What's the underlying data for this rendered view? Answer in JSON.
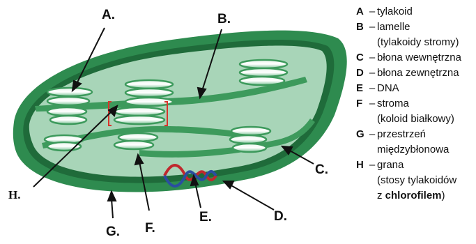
{
  "diagram": {
    "callouts": {
      "A": "A.",
      "B": "B.",
      "C": "C.",
      "D": "D.",
      "E": "E.",
      "F": "F.",
      "G": "G.",
      "H": "H."
    },
    "colors": {
      "outer_membrane": "#2e8b4f",
      "inner_membrane": "#1f6b3a",
      "stroma": "#a8d5b8",
      "thylakoid": "#3d9a5c",
      "thylakoid_highlight": "#ffffff",
      "granum_bracket": "#d9342b",
      "dna_red": "#c0282d",
      "dna_blue": "#2a4ea0"
    }
  },
  "legend": [
    {
      "key": "A",
      "dash": "–",
      "lines": [
        "tylakoid"
      ]
    },
    {
      "key": "B",
      "dash": "–",
      "lines": [
        "lamelle",
        "(tylakoidy stromy)"
      ]
    },
    {
      "key": "C",
      "dash": "–",
      "lines": [
        "błona wewnętrzna"
      ]
    },
    {
      "key": "D",
      "dash": "–",
      "lines": [
        "błona zewnętrzna"
      ]
    },
    {
      "key": "E",
      "dash": "–",
      "lines": [
        "DNA"
      ]
    },
    {
      "key": "F",
      "dash": "–",
      "lines": [
        "stroma",
        "(koloid białkowy)"
      ]
    },
    {
      "key": "G",
      "dash": "–",
      "lines": [
        "przestrzeń",
        "międzybłonowa"
      ]
    },
    {
      "key": "H",
      "dash": "–",
      "lines": [
        "grana",
        "(stosy tylakoidów"
      ],
      "last_plain": "z ",
      "last_bold": "chlorofilem",
      "last_close": ")"
    }
  ]
}
